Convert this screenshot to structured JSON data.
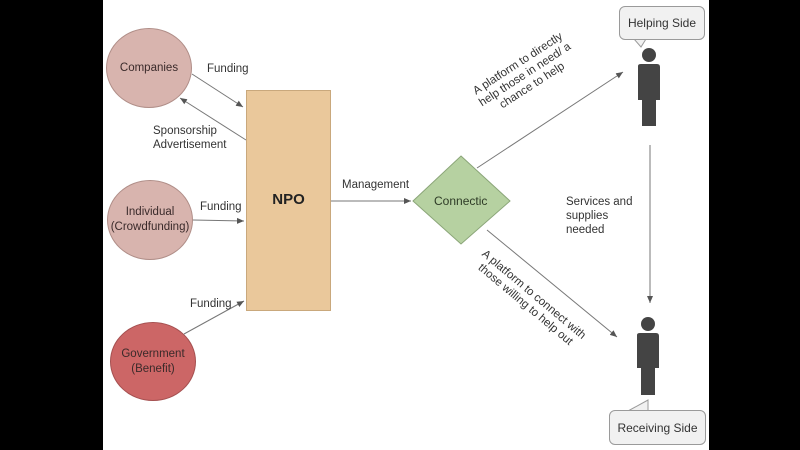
{
  "diagram": {
    "sources": [
      {
        "id": "companies",
        "label": "Companies",
        "color": "#d8b4ae"
      },
      {
        "id": "individual",
        "label_line1": "Individual",
        "label_line2": "(Crowdfunding)",
        "color": "#d8b4ae"
      },
      {
        "id": "government",
        "label_line1": "Government",
        "label_line2": "(Benefit)",
        "color": "#cc6666"
      }
    ],
    "npo": {
      "label": "NPO",
      "color": "#eac89b"
    },
    "connectic": {
      "label": "Connectic",
      "color": "#b6d1a1"
    },
    "helping_side": {
      "label": "Helping Side"
    },
    "receiving_side": {
      "label": "Receiving Side"
    },
    "edges": {
      "companies_funding": "Funding",
      "sponsorship_line1": "Sponsorship",
      "sponsorship_line2": "Advertisement",
      "individual_funding": "Funding",
      "government_funding": "Funding",
      "management": "Management",
      "helping_line1": "A platform to directly",
      "helping_line2": "help those in need/ a",
      "helping_line3": "chance to help",
      "receiving_line1": "A platform to connect with",
      "receiving_line2": "those willing to help out",
      "services_line1": "Services and",
      "services_line2": "supplies",
      "services_line3": "needed"
    },
    "person_color": "#444444"
  }
}
